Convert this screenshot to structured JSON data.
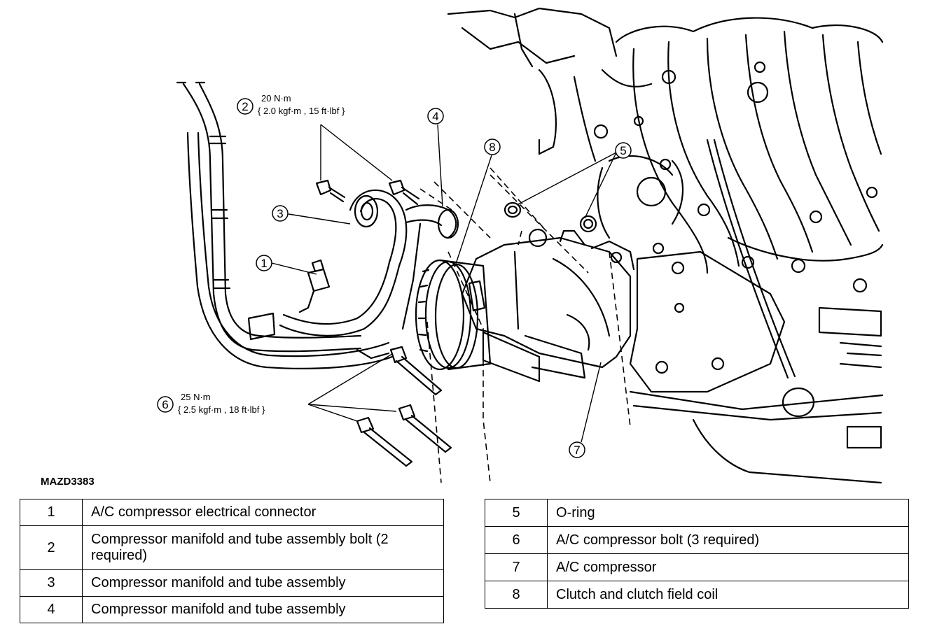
{
  "figure_code": "MAZD3383",
  "torque_specs": [
    {
      "callout": "2",
      "line1": "20 N·m",
      "line2": "{ 2.0 kgf·m , 15 ft·lbf }"
    },
    {
      "callout": "6",
      "line1": "25 N·m",
      "line2": "{ 2.5 kgf·m , 18 ft·lbf }"
    }
  ],
  "callouts": [
    "1",
    "2",
    "3",
    "4",
    "5",
    "6",
    "7",
    "8"
  ],
  "legend_left": [
    {
      "num": "1",
      "desc": "A/C compressor electrical connector"
    },
    {
      "num": "2",
      "desc": "Compressor manifold and tube assembly bolt (2 required)"
    },
    {
      "num": "3",
      "desc": "Compressor manifold and tube assembly"
    },
    {
      "num": "4",
      "desc": "Compressor manifold and tube assembly"
    }
  ],
  "legend_right": [
    {
      "num": "5",
      "desc": "O-ring"
    },
    {
      "num": "6",
      "desc": "A/C compressor bolt (3 required)"
    },
    {
      "num": "7",
      "desc": "A/C compressor"
    },
    {
      "num": "8",
      "desc": "Clutch and clutch field coil"
    }
  ],
  "colors": {
    "ink": "#000000",
    "paper": "#ffffff"
  }
}
